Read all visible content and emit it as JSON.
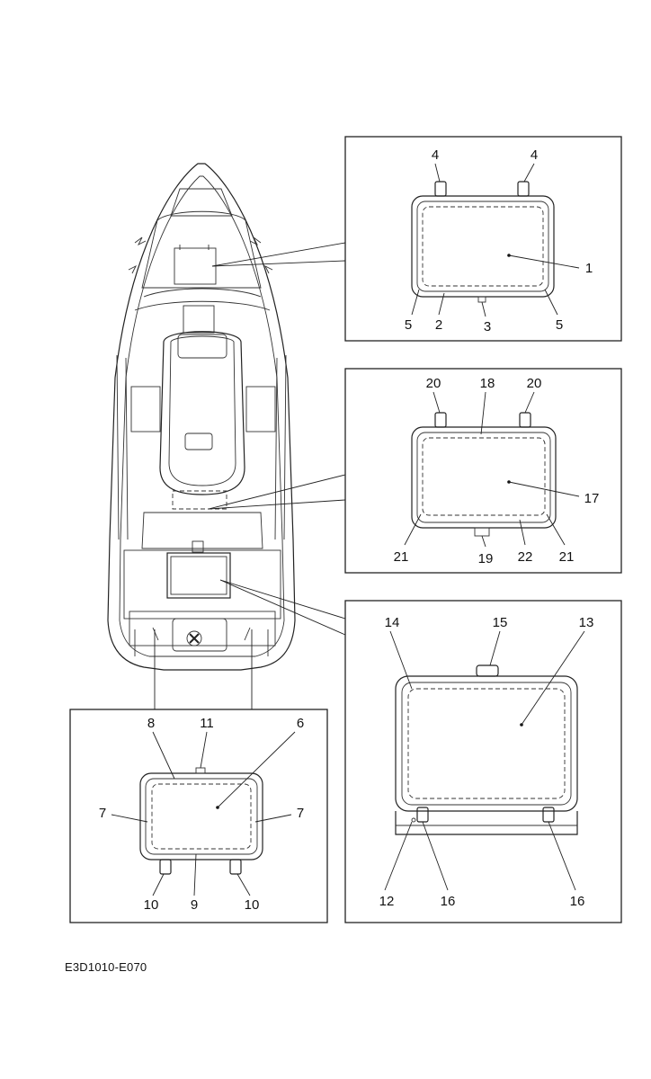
{
  "figure_code": "E3D1010-E070",
  "callouts": {
    "panel_top": [
      "4",
      "4",
      "1",
      "5",
      "2",
      "3",
      "5"
    ],
    "panel_middle": [
      "20",
      "18",
      "20",
      "17",
      "21",
      "19",
      "22",
      "21"
    ],
    "panel_right": [
      "14",
      "15",
      "13",
      "12",
      "16",
      "16"
    ],
    "panel_left": [
      "8",
      "11",
      "6",
      "7",
      "7",
      "10",
      "9",
      "10"
    ]
  }
}
